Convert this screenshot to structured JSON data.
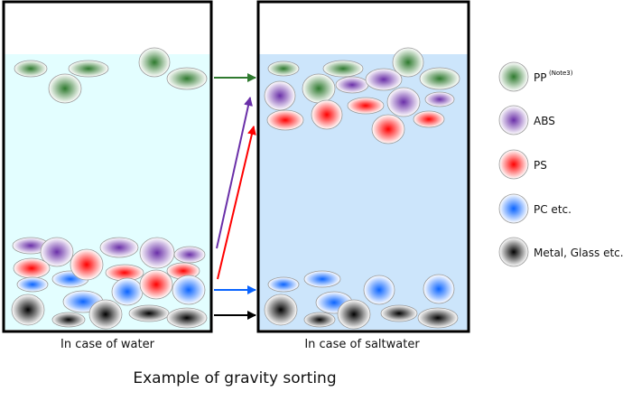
{
  "materials": {
    "pp": {
      "label": "PP",
      "note": "(Note3)",
      "color": "#2f7a2f"
    },
    "abs": {
      "label": "ABS",
      "color": "#6a2fa8"
    },
    "ps": {
      "label": "PS",
      "color": "#ff0000"
    },
    "pc": {
      "label": "PC etc.",
      "color": "#0a64ff"
    },
    "metal": {
      "label": "Metal, Glass etc.",
      "color": "#000000"
    }
  },
  "containers": {
    "water": {
      "caption": "In case of water",
      "liquid_color": "#e3feff"
    },
    "saltwater": {
      "caption": "In case of saltwater",
      "liquid_color": "#cce5fb"
    }
  },
  "title": "Example of gravity sorting"
}
